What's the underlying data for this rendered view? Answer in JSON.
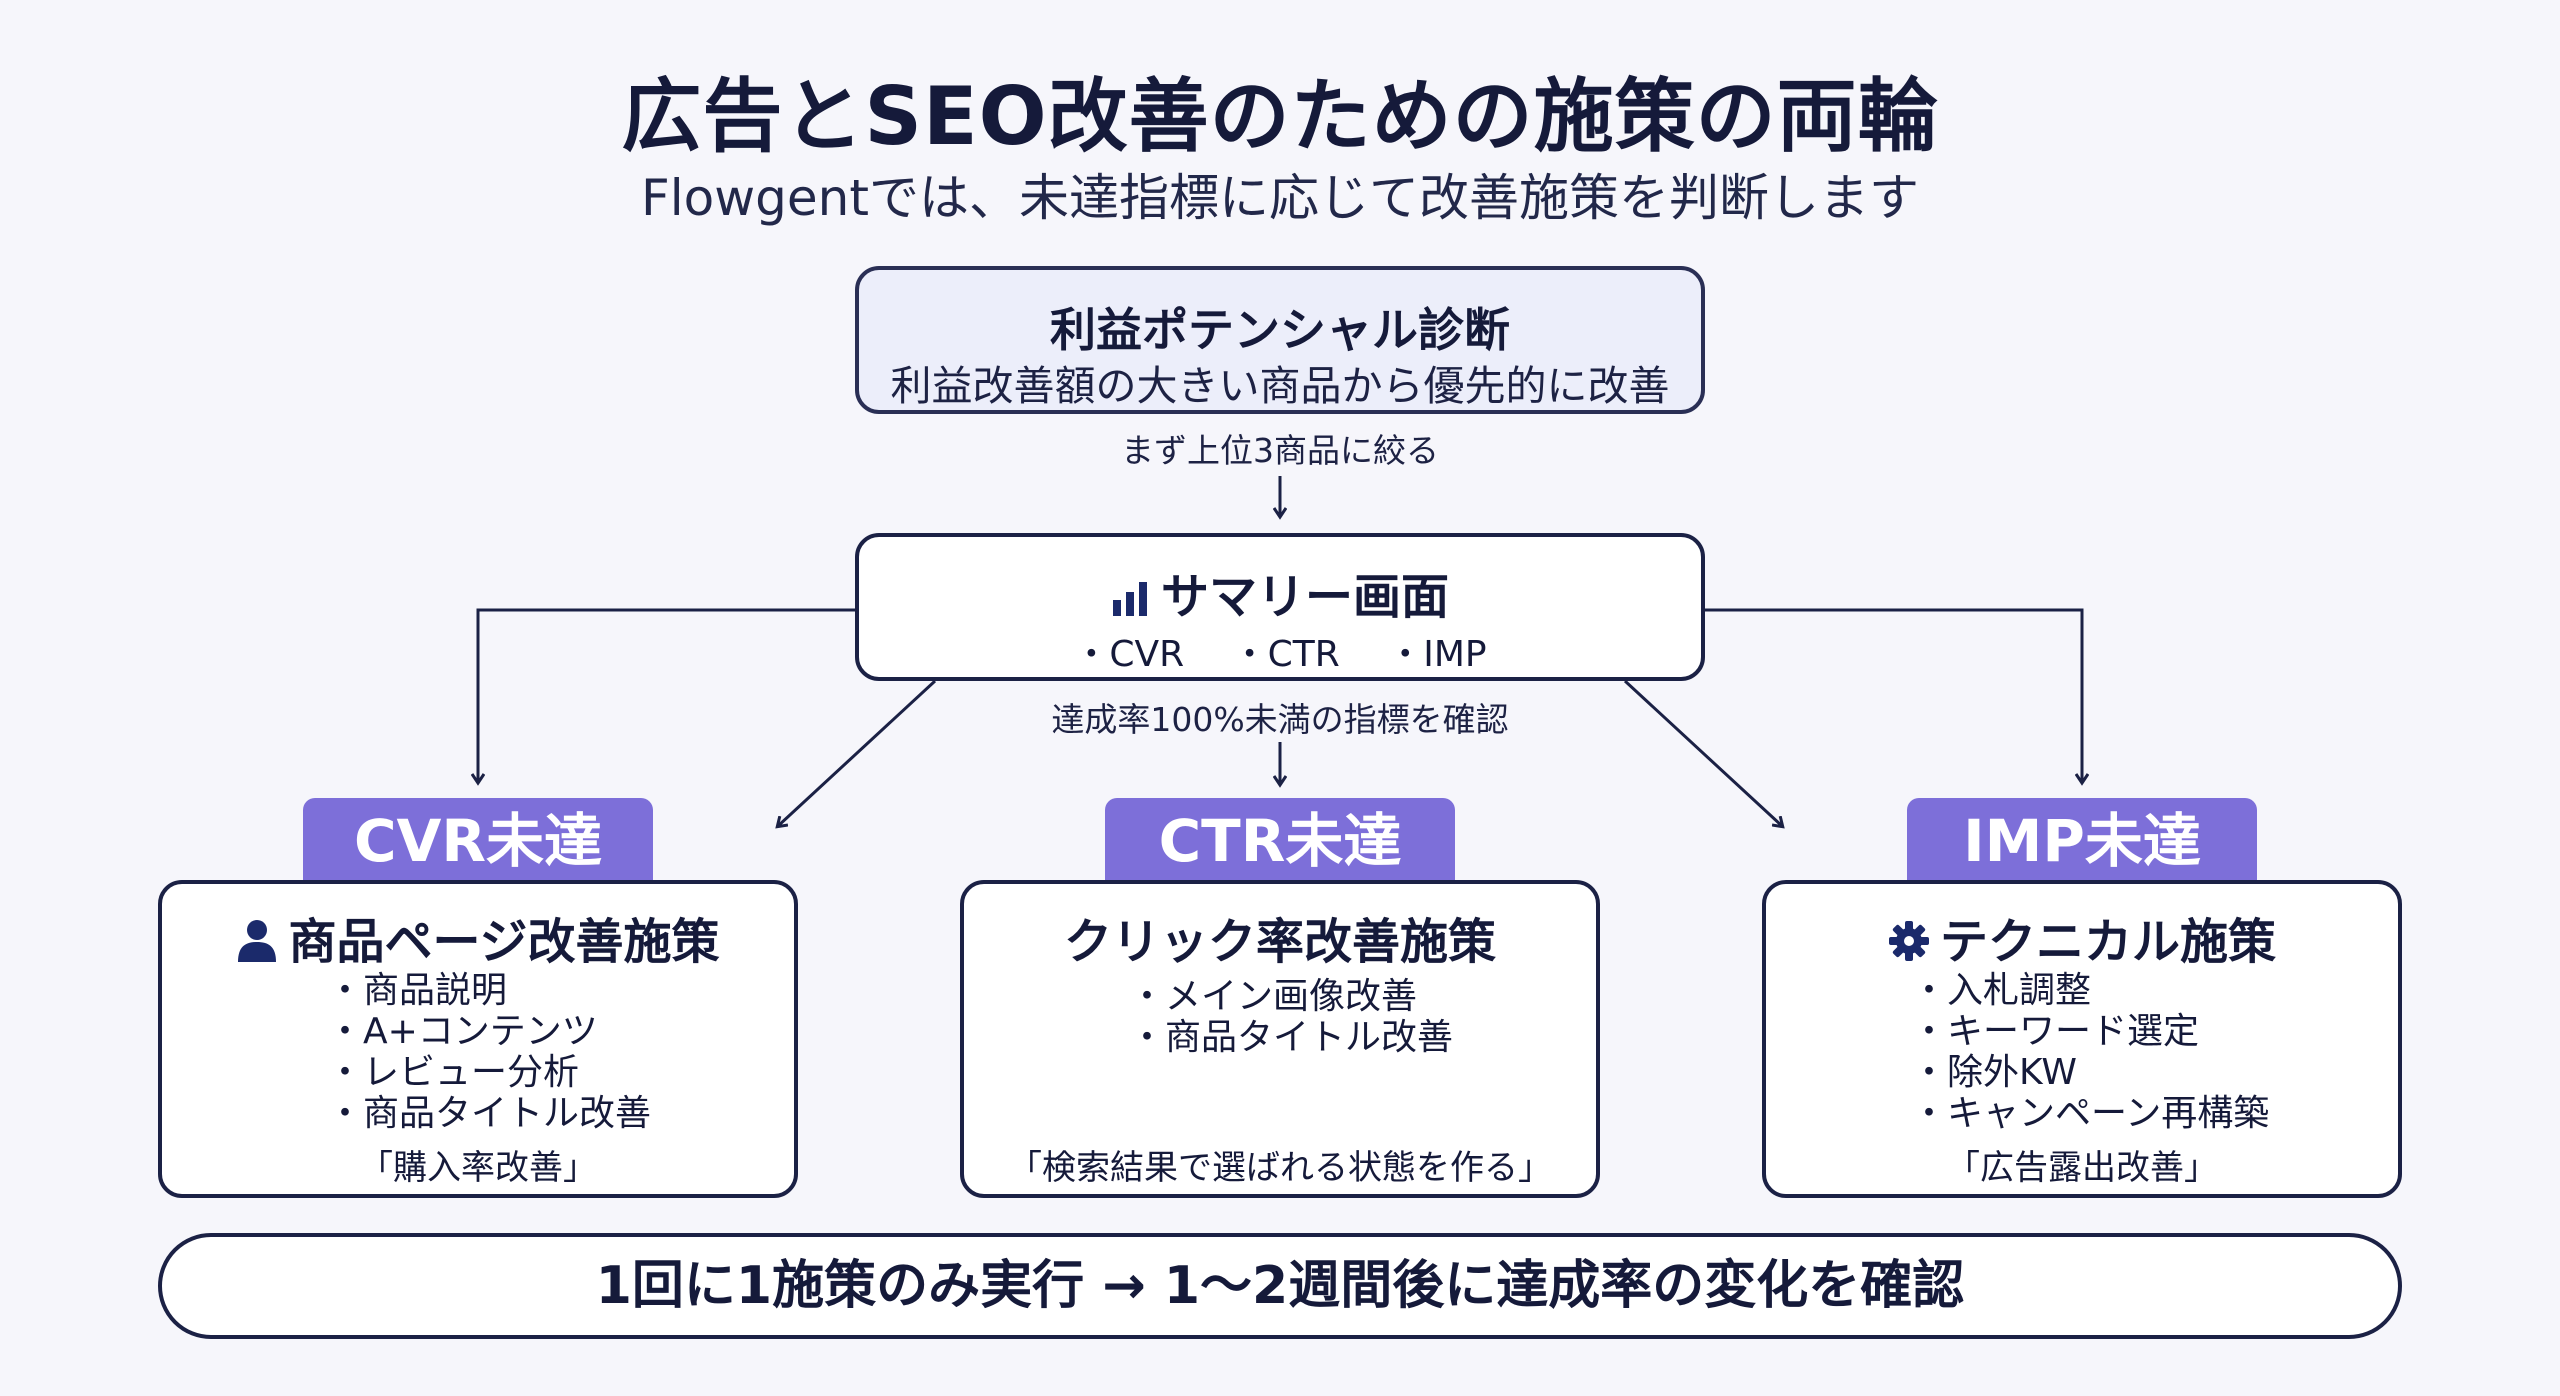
{
  "title": "広告とSEO改善のための施策の両輪",
  "subtitle": "Flowgentでは、未達指標に応じて改善施策を判断します",
  "top_box": {
    "heading": "利益ポテンシャル診断",
    "text": "利益改善額の大きい商品から優先的に改善"
  },
  "step_label_1": "まず上位3商品に絞る",
  "summary": {
    "heading": "サマリー画面",
    "icon": "bar-chart-icon",
    "metrics": [
      "・CVR",
      "・CTR",
      "・IMP"
    ]
  },
  "step_label_2": "達成率100%未満の指標を確認",
  "columns": [
    {
      "tag": "CVR未達",
      "icon": "user-icon",
      "heading": "商品ページ改善施策",
      "items": [
        "商品説明",
        "A+コンテンツ",
        "レビュー分析",
        "商品タイトル改善"
      ],
      "quote": "「購入率改善」"
    },
    {
      "tag": "CTR未達",
      "heading": "クリック率改善施策",
      "items": [
        "メイン画像改善",
        "商品タイトル改善"
      ],
      "quote": "「検索結果で選ばれる状態を作る」"
    },
    {
      "tag": "IMP未達",
      "icon": "gear-icon",
      "heading": "テクニカル施策",
      "items": [
        "入札調整",
        "キーワード選定",
        "除外KW",
        "キャンペーン再構築"
      ],
      "quote": "「広告露出改善」"
    }
  ],
  "bottom_text": "1回に1施策のみ実行 → 1〜2週間後に達成率の変化を確認",
  "colors": {
    "accent": "#7d6fd9",
    "border": "#1b2145",
    "top_box_fill": "#eceefa",
    "background": "#f6f6fb"
  }
}
